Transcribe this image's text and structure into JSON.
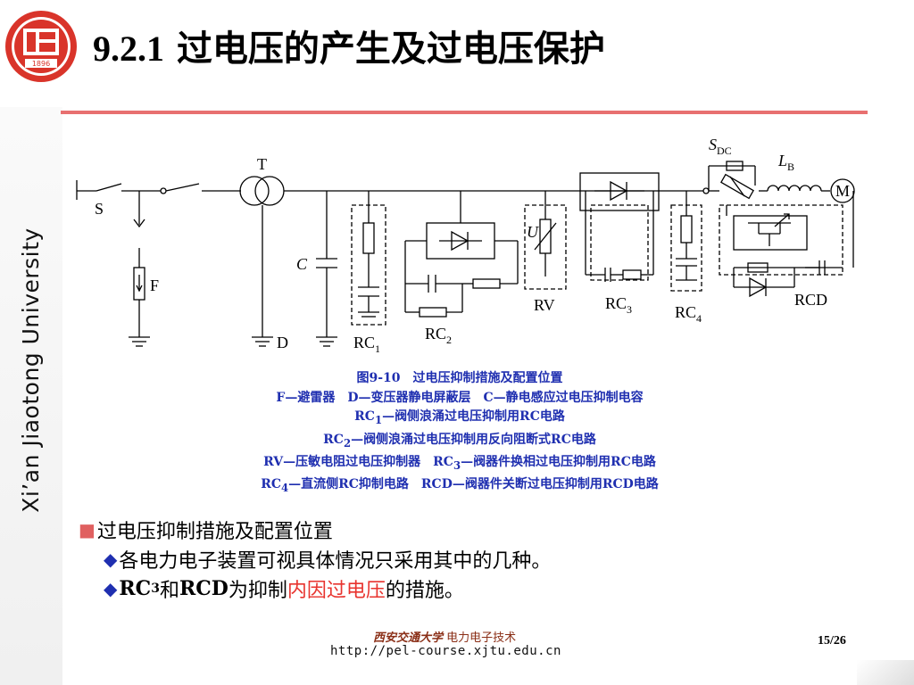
{
  "sidebar": {
    "university": "Xi’an Jiaotong University"
  },
  "logo": {
    "year": "1896"
  },
  "header": {
    "number": "9.2.1",
    "text": "过电压的产生及过电压保护"
  },
  "figure": {
    "labels": {
      "S": "S",
      "F": "F",
      "T": "T",
      "D": "D",
      "C": "C",
      "U": "U",
      "RV": "RV",
      "SDC": "S",
      "SDC_sub": "DC",
      "LB": "L",
      "LB_sub": "B",
      "M": "M",
      "RC": "RC",
      "sub1": "1",
      "sub2": "2",
      "sub3": "3",
      "sub4": "4",
      "RCD": "RCD"
    },
    "caption": {
      "line1": "图9-10　过电压抑制措施及配置位置",
      "line2": "F—避雷器　D—变压器静电屏蔽层　C—静电感应过电压抑制电容",
      "line3_pre": "RC",
      "line3_sub": "1",
      "line3_post": "—阀侧浪涌过电压抑制用RC电路",
      "line4_pre": "RC",
      "line4_sub": "2",
      "line4_post": "—阀侧浪涌过电压抑制用反向阻断式RC电路",
      "line5_a": "RV—压敏电阻过电压抑制器　RC",
      "line5_sub": "3",
      "line5_b": "—阀器件换相过电压抑制用RC电路",
      "line6_pre": "RC",
      "line6_sub": "4",
      "line6_post": "—直流侧RC抑制电路　RCD—阀器件关断过电压抑制用RCD电路"
    }
  },
  "bullets": {
    "b1_marker": "■",
    "b1": "过电压抑制措施及配置位置",
    "b2_marker": "◆",
    "b2": "各电力电子装置可视具体情况只采用其中的几种。",
    "b3_marker": "◆",
    "b3_rc": "RC",
    "b3_sub": "3",
    "b3_and": "和",
    "b3_rcd": "RCD",
    "b3_mid": "为抑制",
    "b3_red": "内因过电压",
    "b3_end": "的措施。"
  },
  "footer": {
    "school": "西安交通大学",
    "course": "电力电子技术",
    "url": "http://pel-course.xjtu.edu.cn"
  },
  "page": {
    "indicator": "15/26"
  },
  "colors": {
    "rule": "#e87070",
    "caption": "#1f2fb0",
    "highlight": "#e8332e",
    "logo": "#d9342a"
  }
}
